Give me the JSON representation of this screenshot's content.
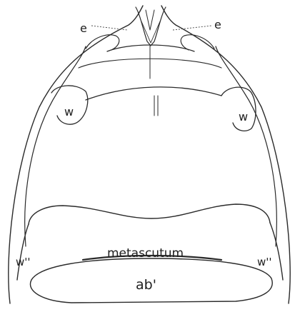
{
  "labels": {
    "e_left": "e",
    "e_right": "e",
    "w_left": "w",
    "w_right": "w",
    "w2_left": "w''",
    "w2_right": "w''",
    "metascutum": "metascutum",
    "abdomen": "ab'"
  }
}
